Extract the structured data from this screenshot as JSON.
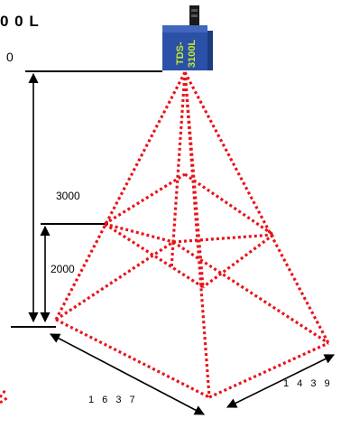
{
  "title": "0 0 L",
  "height_top_label": "0",
  "distances": {
    "far": "3000",
    "near": "2000"
  },
  "widths": {
    "front": "1 6 3 7",
    "side": "1 4 3 9"
  },
  "sensor": {
    "line1": "TDS-",
    "line2": "3100L"
  },
  "colors": {
    "beam": "#e8141a",
    "sensor_body": "#2a50a8",
    "sensor_text": "#c6e82a",
    "lines": "#000000"
  }
}
